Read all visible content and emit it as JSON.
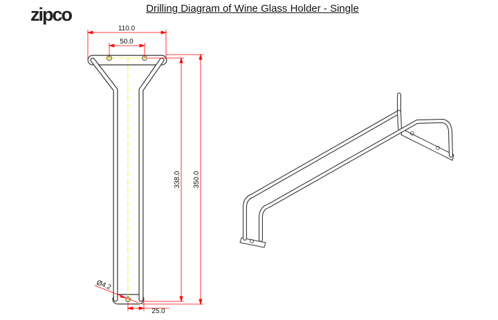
{
  "logo": "zipco",
  "title": "Drilling Diagram of Wine Glass Holder - Single",
  "dimensions": {
    "overall_width": "110.0",
    "hole_spacing": "50.0",
    "hole_to_hole_length": "338.0",
    "overall_length": "350.0",
    "bottom_offset": "25.0",
    "hole_diameter": "Ø4.2"
  },
  "colors": {
    "dimension": "#ff0000",
    "centerline": "#e8e800",
    "outline": "#333333"
  }
}
